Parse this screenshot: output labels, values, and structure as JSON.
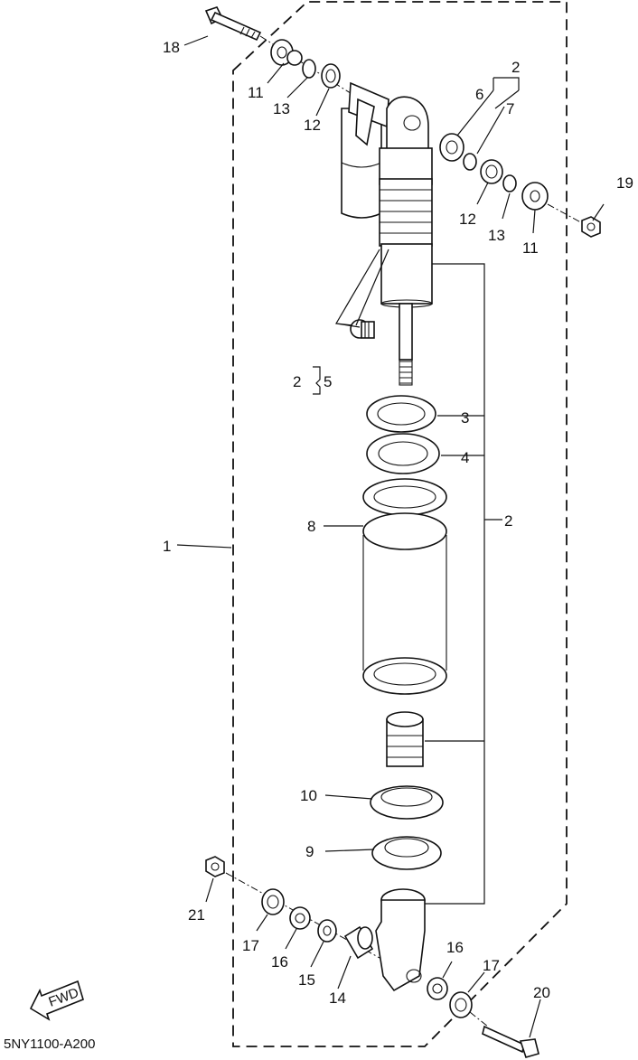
{
  "diagram_code": "5NY1100-A200",
  "fwd_label": "FWD",
  "labels": {
    "p1": "1",
    "p2_top": "2",
    "p2_mid": "2",
    "p2_bracket": "2",
    "p3": "3",
    "p4": "4",
    "p5": "5",
    "p6": "6",
    "p7": "7",
    "p8": "8",
    "p9": "9",
    "p10": "10",
    "p11_left": "11",
    "p11_right": "11",
    "p12_left": "12",
    "p12_right": "12",
    "p13_left": "13",
    "p13_right": "13",
    "p14": "14",
    "p15": "15",
    "p16_left": "16",
    "p16_right": "16",
    "p17_left": "17",
    "p17_right": "17",
    "p18": "18",
    "p19": "19",
    "p20": "20",
    "p21": "21"
  }
}
